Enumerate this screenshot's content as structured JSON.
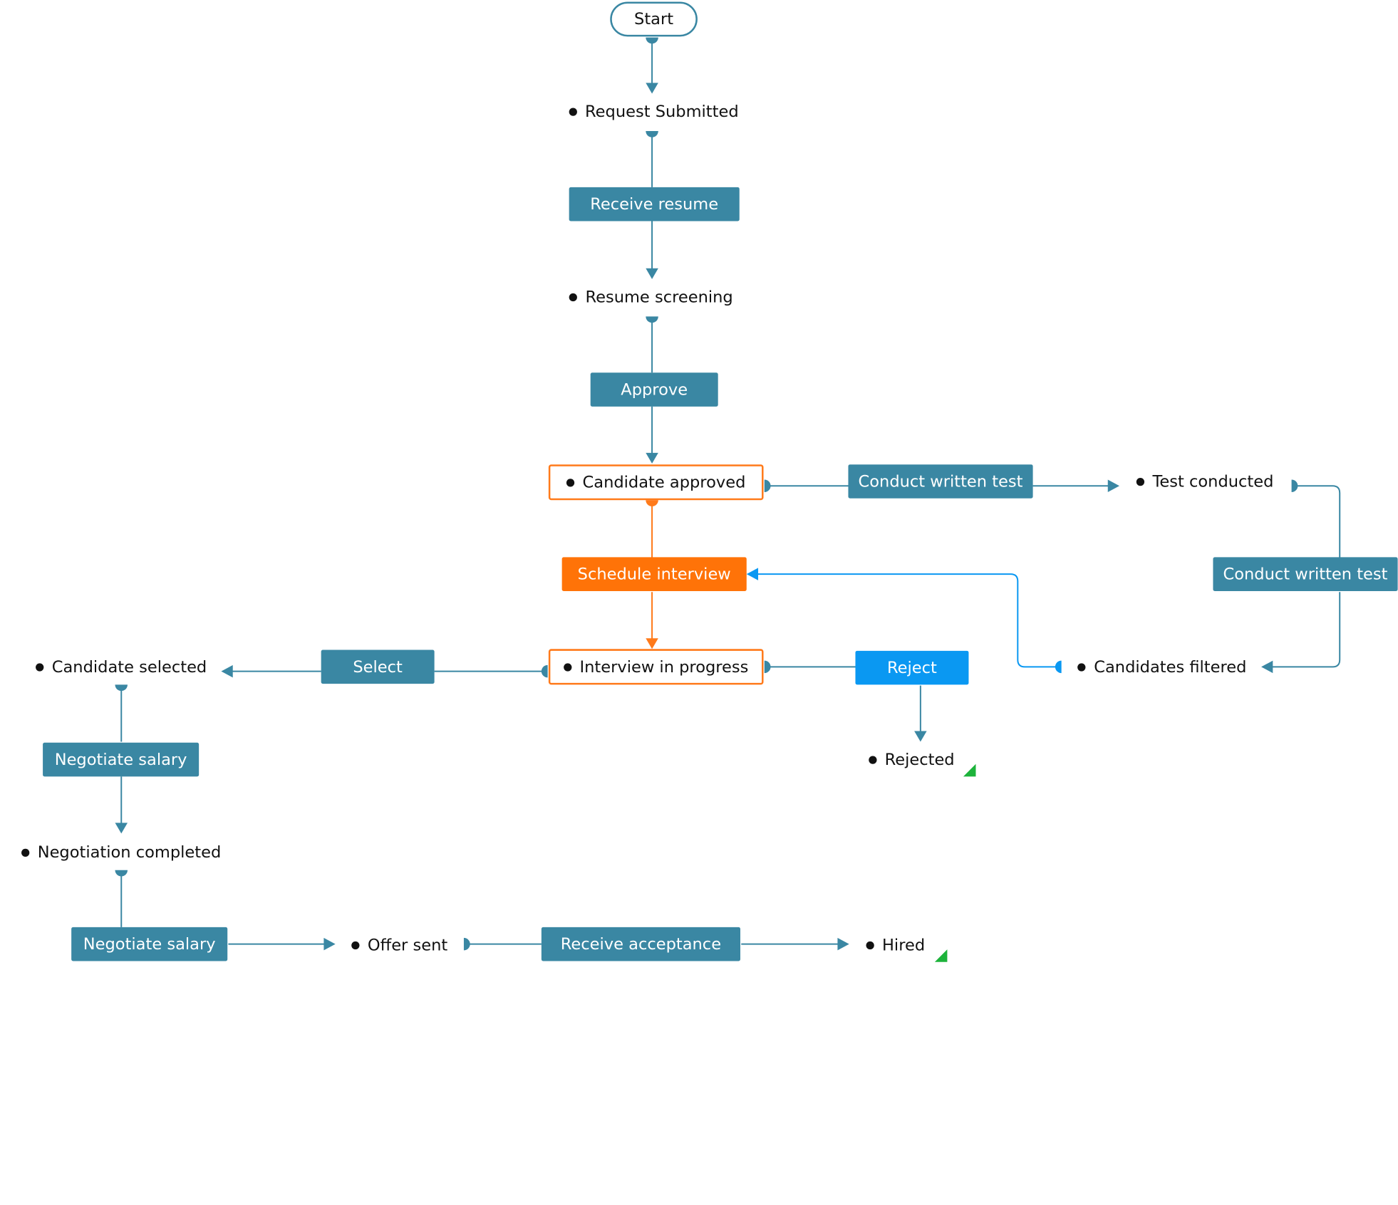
{
  "colors": {
    "primary": "#3a87a3",
    "active": "#ff7308",
    "highlight": "#0a98f2",
    "final_marker": "#1db33b",
    "text": "#111111"
  },
  "start": {
    "label": "Start"
  },
  "states": {
    "request_submitted": "Request Submitted",
    "resume_screening": "Resume screening",
    "candidate_approved": "Candidate approved",
    "test_conducted": "Test conducted",
    "interview_in_progress": "Interview in progress",
    "candidates_filtered": "Candidates filtered",
    "candidate_selected": "Candidate selected",
    "rejected": "Rejected",
    "negotiation_completed": "Negotiation completed",
    "offer_sent": "Offer sent",
    "hired": "Hired"
  },
  "actions": {
    "receive_resume": "Receive resume",
    "approve": "Approve",
    "conduct_written_test_1": "Conduct written test",
    "conduct_written_test_2": "Conduct written test",
    "schedule_interview": "Schedule interview",
    "select": "Select",
    "reject": "Reject",
    "negotiate_salary_1": "Negotiate salary",
    "negotiate_salary_2": "Negotiate salary",
    "receive_acceptance": "Receive acceptance"
  }
}
